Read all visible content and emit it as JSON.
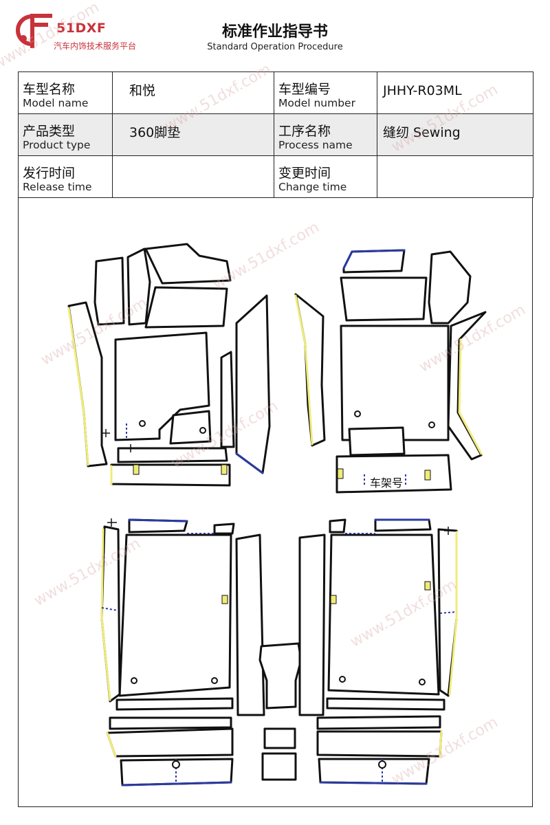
{
  "header": {
    "brand_code": "51DXF",
    "brand_tagline": "汽车内饰技术服务平台",
    "title": "标准作业指导书",
    "subtitle": "Standard Operation Procedure"
  },
  "info_table": {
    "model_name": {
      "label_cn": "车型名称",
      "label_en": "Model name",
      "value": "和悦"
    },
    "model_number": {
      "label_cn": "车型编号",
      "label_en": "Model number",
      "value": "JHHY-R03ML"
    },
    "product_type": {
      "label_cn": "产品类型",
      "label_en": "Product type",
      "value": "360脚垫"
    },
    "process_name": {
      "label_cn": "工序名称",
      "label_en": "Process name",
      "value": "缝纫 Sewing"
    },
    "release_time": {
      "label_cn": "发行时间",
      "label_en": "Release time",
      "value": ""
    },
    "change_time": {
      "label_cn": "变更时间",
      "label_en": "Change time",
      "value": ""
    }
  },
  "drawing": {
    "frame_label": "车架号"
  },
  "watermark": "www.51dxf.com",
  "colors": {
    "brand_red": "#c8323a",
    "outline": "#111111",
    "edge_blue": "#2a3aa0",
    "edge_yellow": "#f0ec78",
    "row_shade": "#ececec"
  }
}
